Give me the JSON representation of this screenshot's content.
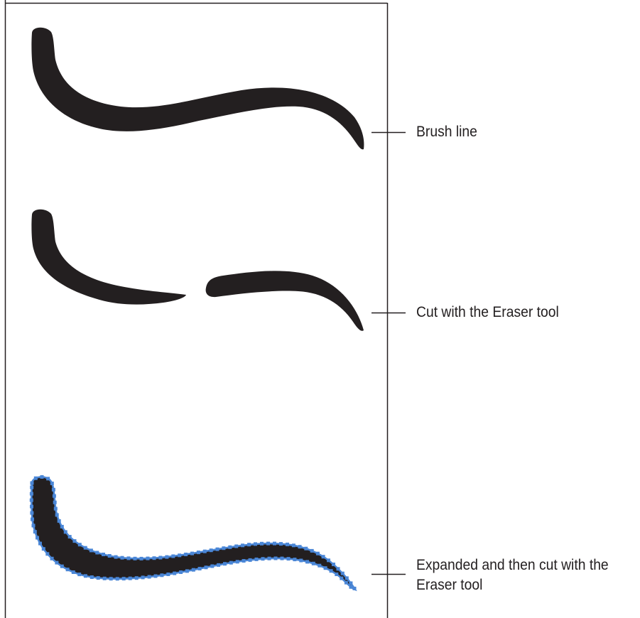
{
  "labels": {
    "brush_line": "Brush line",
    "cut_with_eraser": "Cut with the Eraser tool",
    "expanded_then_cut": "Expanded and then cut with the\nEraser tool"
  },
  "colors": {
    "stroke_fill": "#231f20",
    "anchor_points": "#4a86d6",
    "frame": "#231f20"
  }
}
